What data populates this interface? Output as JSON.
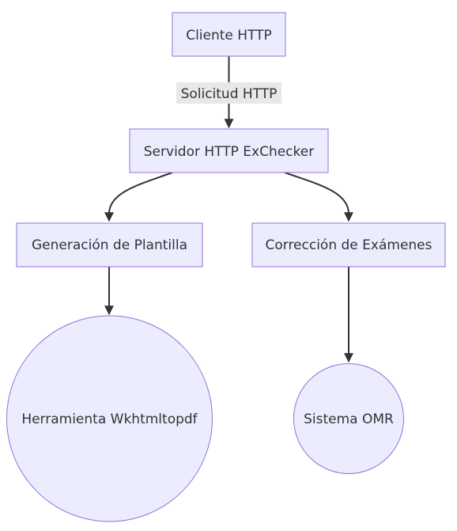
{
  "diagram": {
    "type": "flowchart",
    "nodes": {
      "cliente": "Cliente HTTP",
      "servidor": "Servidor HTTP ExChecker",
      "generacion": "Generación de Plantilla",
      "correccion": "Corrección de Exámenes",
      "wkhtml": "Herramienta Wkhtmltopdf",
      "omr": "Sistema OMR"
    },
    "edges": [
      {
        "from": "cliente",
        "to": "servidor",
        "label": "Solicitud HTTP"
      },
      {
        "from": "servidor",
        "to": "generacion",
        "label": ""
      },
      {
        "from": "servidor",
        "to": "correccion",
        "label": ""
      },
      {
        "from": "generacion",
        "to": "wkhtml",
        "label": ""
      },
      {
        "from": "correccion",
        "to": "omr",
        "label": ""
      }
    ],
    "colors": {
      "node_fill": "#ECECFF",
      "node_stroke": "#9370DB",
      "edge": "#333333",
      "text": "#333333",
      "edge_label_bg": "#e8e8e8"
    }
  }
}
